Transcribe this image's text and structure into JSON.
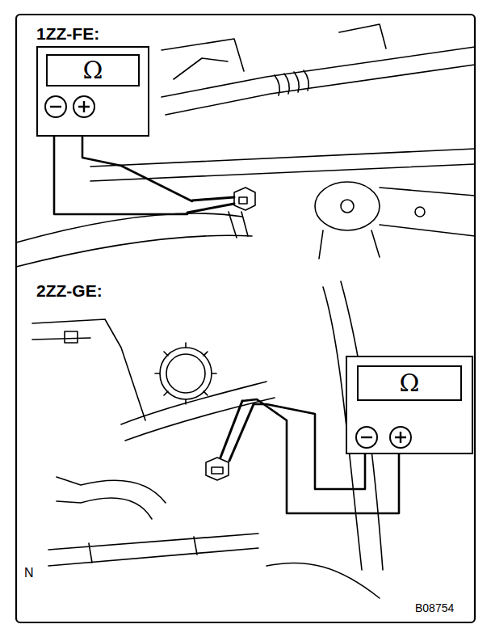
{
  "diagram": {
    "nodes": [
      {
        "text": [
          "Ω"
        ]
      },
      {
        "text": [
          "Ω"
        ]
      }
    ],
    "labels": [
      "1ZZ-FE:",
      "2ZZ-GE:",
      "N",
      "B08754"
    ]
  }
}
